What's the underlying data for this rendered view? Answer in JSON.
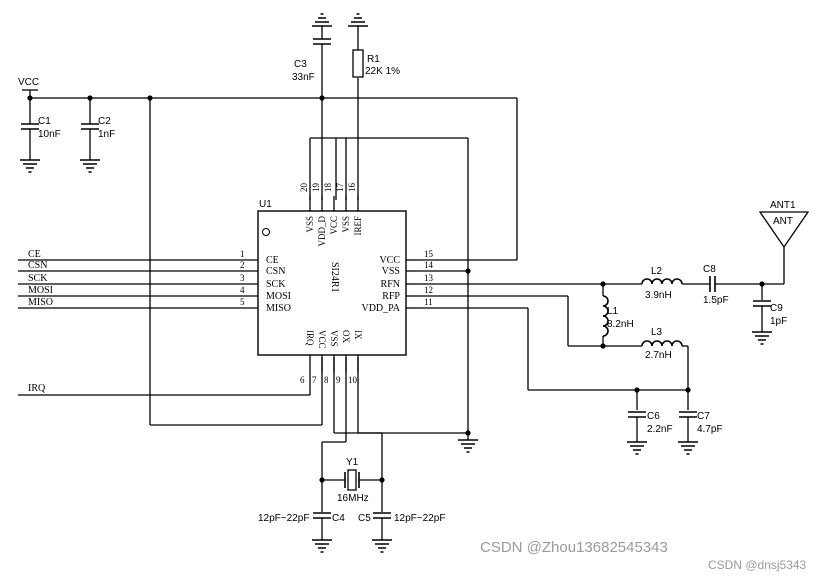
{
  "net_labels": {
    "vcc": "VCC"
  },
  "chip": {
    "ref": "U1",
    "part": "SI24R1",
    "top_pins": [
      {
        "num": "20",
        "name": "VSS"
      },
      {
        "num": "19",
        "name": "VDD_D"
      },
      {
        "num": "18",
        "name": "VCC"
      },
      {
        "num": "17",
        "name": "VSS"
      },
      {
        "num": "16",
        "name": "IREF"
      }
    ],
    "left_pins": [
      {
        "num": "1",
        "name": "CE"
      },
      {
        "num": "2",
        "name": "CSN"
      },
      {
        "num": "3",
        "name": "SCK"
      },
      {
        "num": "4",
        "name": "MOSI"
      },
      {
        "num": "5",
        "name": "MISO"
      }
    ],
    "right_pins": [
      {
        "num": "15",
        "name": "VCC"
      },
      {
        "num": "14",
        "name": "VSS"
      },
      {
        "num": "13",
        "name": "RFN"
      },
      {
        "num": "12",
        "name": "RFP"
      },
      {
        "num": "11",
        "name": "VDD_PA"
      }
    ],
    "bottom_pins": [
      {
        "num": "6",
        "name": "IRQ"
      },
      {
        "num": "7",
        "name": "VCC"
      },
      {
        "num": "8",
        "name": "VSS"
      },
      {
        "num": "9",
        "name": "OX"
      },
      {
        "num": "10",
        "name": "IX"
      }
    ]
  },
  "signals": [
    "CE",
    "CSN",
    "SCK",
    "MOSI",
    "MISO",
    "IRQ"
  ],
  "components": {
    "c1": {
      "ref": "C1",
      "value": "10nF"
    },
    "c2": {
      "ref": "C2",
      "value": "1nF"
    },
    "c3": {
      "ref": "C3",
      "value": "33nF"
    },
    "r1": {
      "ref": "R1",
      "value": "22K 1%"
    },
    "l1": {
      "ref": "L1",
      "value": "8.2nH"
    },
    "l2": {
      "ref": "L2",
      "value": "3.9nH"
    },
    "l3": {
      "ref": "L3",
      "value": "2.7nH"
    },
    "c8": {
      "ref": "C8",
      "value": "1.5pF"
    },
    "c9": {
      "ref": "C9",
      "value": "1pF"
    },
    "c6": {
      "ref": "C6",
      "value": "2.2nF"
    },
    "c7": {
      "ref": "C7",
      "value": "4.7pF"
    },
    "y1": {
      "ref": "Y1",
      "value": "16MHz"
    },
    "c4": {
      "ref": "C4",
      "value": "12pF~22pF"
    },
    "c5": {
      "ref": "C5",
      "value": "12pF~22pF"
    },
    "ant": {
      "ref": "ANT1",
      "value": "ANT"
    }
  },
  "watermarks": {
    "center": "CSDN @Zhou13682545343",
    "corner": "CSDN @dnsj5343"
  }
}
